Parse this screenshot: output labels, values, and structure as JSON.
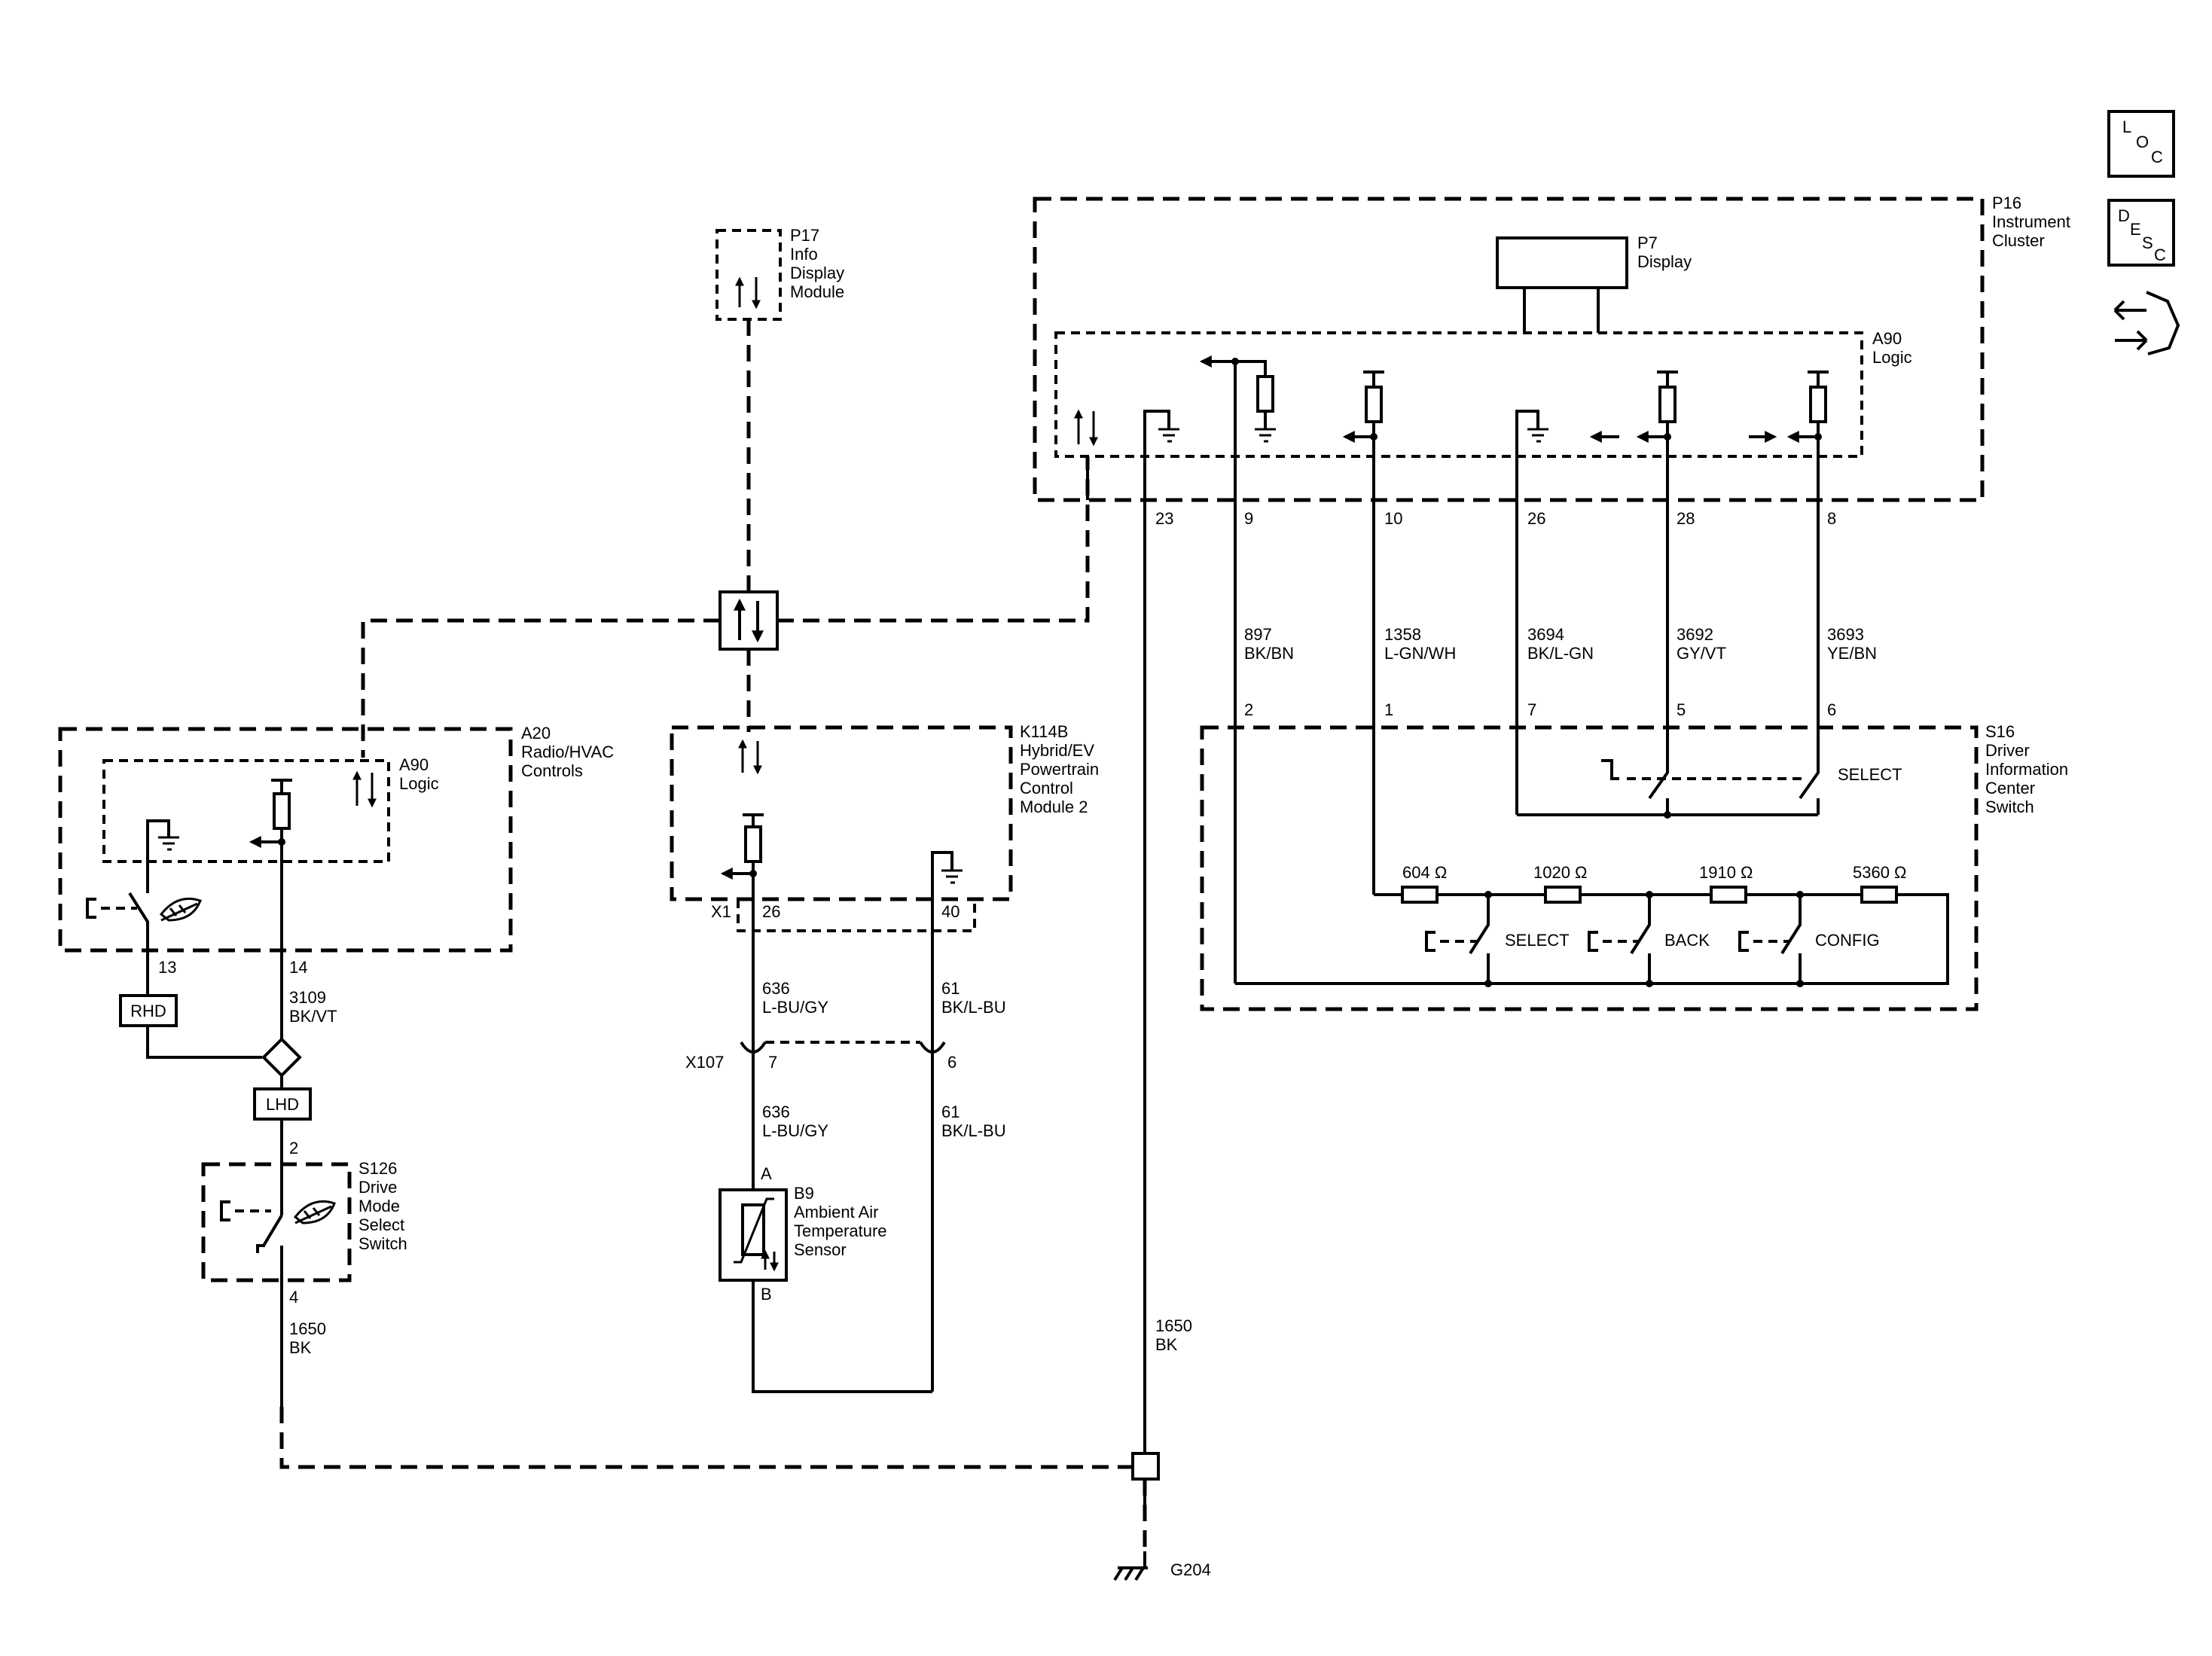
{
  "sidebar": {
    "loc": {
      "l1": "L",
      "l2": "O",
      "l3": "C"
    },
    "desc": {
      "l1": "D",
      "l2": "E",
      "l3": "S",
      "l4": "C"
    },
    "tool_icon": "connector-tool-icon"
  },
  "p17": {
    "id": "P17",
    "l1": "Info",
    "l2": "Display",
    "l3": "Module"
  },
  "p16": {
    "id": "P16",
    "l1": "Instrument",
    "l2": "Cluster"
  },
  "p7": {
    "id": "P7",
    "l1": "Display"
  },
  "a90_cluster": {
    "id": "A90",
    "l1": "Logic"
  },
  "a20": {
    "id": "A20",
    "l1": "Radio/HVAC",
    "l2": "Controls"
  },
  "a90_radio": {
    "id": "A90",
    "l1": "Logic"
  },
  "k114b": {
    "id": "K114B",
    "l1": "Hybrid/EV",
    "l2": "Powertrain",
    "l3": "Control",
    "l4": "Module 2"
  },
  "s16": {
    "id": "S16",
    "l1": "Driver",
    "l2": "Information",
    "l3": "Center",
    "l4": "Switch"
  },
  "s126": {
    "id": "S126",
    "l1": "Drive",
    "l2": "Mode",
    "l3": "Select",
    "l4": "Switch"
  },
  "b9": {
    "id": "B9",
    "l1": "Ambient Air",
    "l2": "Temperature",
    "l3": "Sensor",
    "pin_a": "A",
    "pin_b": "B"
  },
  "cluster_pins": {
    "p23": "23",
    "p9": "9",
    "p10": "10",
    "p26": "26",
    "p28": "28",
    "p8": "8"
  },
  "cluster_wires": {
    "w897": {
      "num": "897",
      "color": "BK/BN"
    },
    "w1358": {
      "num": "1358",
      "color": "L-GN/WH"
    },
    "w3694": {
      "num": "3694",
      "color": "BK/L-GN"
    },
    "w3692": {
      "num": "3692",
      "color": "GY/VT"
    },
    "w3693": {
      "num": "3693",
      "color": "YE/BN"
    }
  },
  "s16_pins": {
    "p2": "2",
    "p1": "1",
    "p7": "7",
    "p5": "5",
    "p6": "6"
  },
  "s16_labels": {
    "select_top": "SELECT",
    "select": "SELECT",
    "back": "BACK",
    "config": "CONFIG"
  },
  "resistors": {
    "r1": "604 Ω",
    "r2": "1020 Ω",
    "r3": "1910 Ω",
    "r4": "5360 Ω"
  },
  "k114b_conn": {
    "x1": "X1",
    "p26": "26",
    "p40": "40"
  },
  "k114b_wires": {
    "w636a": {
      "num": "636",
      "color": "L-BU/GY"
    },
    "w61a": {
      "num": "61",
      "color": "BK/L-BU"
    },
    "w636b": {
      "num": "636",
      "color": "L-BU/GY"
    },
    "w61b": {
      "num": "61",
      "color": "BK/L-BU"
    }
  },
  "x107": {
    "id": "X107",
    "p7": "7",
    "p6": "6"
  },
  "a20_pins": {
    "p13": "13",
    "p14": "14"
  },
  "wire3109": {
    "num": "3109",
    "color": "BK/VT"
  },
  "rhd": "RHD",
  "lhd": "LHD",
  "s126_pins": {
    "p2": "2",
    "p4": "4"
  },
  "wire1650_left": {
    "num": "1650",
    "color": "BK"
  },
  "wire1650_right": {
    "num": "1650",
    "color": "BK"
  },
  "ground": "G204"
}
